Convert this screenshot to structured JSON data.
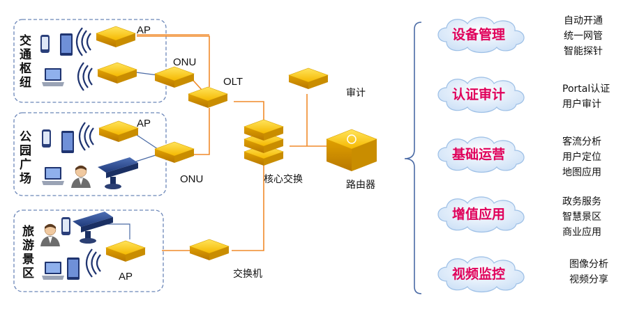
{
  "zones": [
    {
      "id": "transport",
      "label_lines": [
        "交",
        "通",
        "枢",
        "纽"
      ]
    },
    {
      "id": "park",
      "label_lines": [
        "公",
        "园",
        "广",
        "场"
      ]
    },
    {
      "id": "scenic",
      "label_lines": [
        "旅",
        "游",
        "景",
        "区"
      ]
    }
  ],
  "nodes": {
    "ap1": "AP",
    "onu1": "ONU",
    "olt": "OLT",
    "ap2": "AP",
    "onu2": "ONU",
    "ap3": "AP",
    "switch": "交换机",
    "core": "核心交换",
    "audit": "审计",
    "router": "路由器"
  },
  "features": [
    {
      "title": "设备管理",
      "items": [
        "自动开通",
        "统一网管",
        "智能探针"
      ]
    },
    {
      "title": "认证审计",
      "items": [
        "Portal认证",
        "用户审计"
      ]
    },
    {
      "title": "基础运营",
      "items": [
        "客流分析",
        "用户定位",
        "地图应用"
      ]
    },
    {
      "title": "增值应用",
      "items": [
        "政务服务",
        "智慧景区",
        "商业应用"
      ]
    },
    {
      "title": "视频监控",
      "items": [
        "图像分析",
        "视频分享"
      ]
    }
  ],
  "colors": {
    "link": "#f08a2a",
    "zone_border": "#6b86b8",
    "device_yellow": "#f7c300",
    "cloud_text": "#e0005a",
    "brace": "#4a6aa5"
  }
}
